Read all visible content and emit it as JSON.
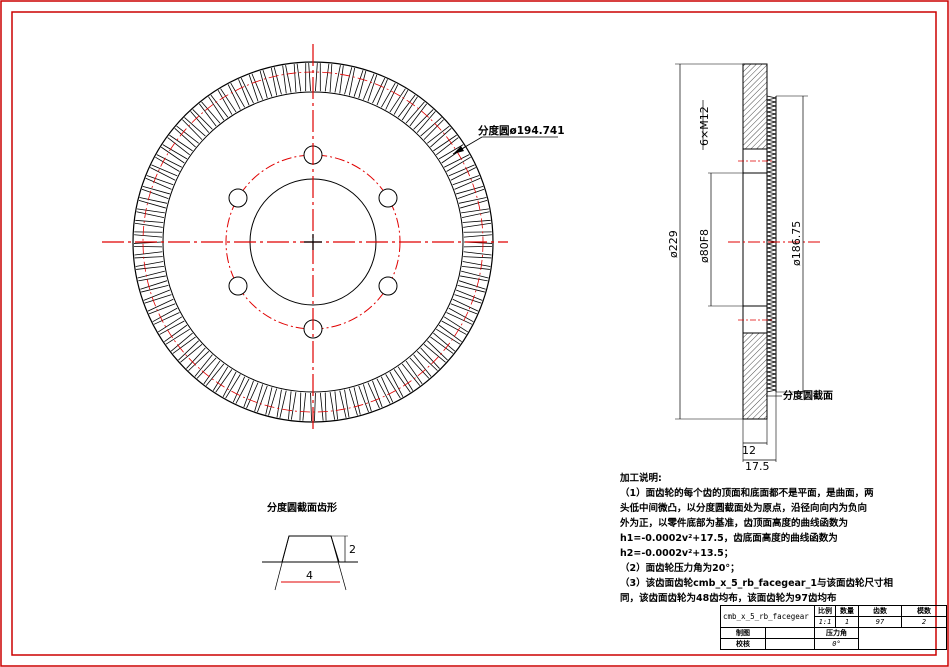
{
  "colors": {
    "border": "#cc0000",
    "center_line": "#e00000",
    "ink": "#000000"
  },
  "front_view": {
    "pitch_label": "分度圆ø194.741",
    "tooth_count": 97,
    "bolt_hole_count": 6
  },
  "side_view": {
    "dim_outer": "ø229",
    "dim_bore": "ø80F8",
    "dim_pitch": "ø186.75",
    "dim_holes": "6×M12",
    "dim_12": "12",
    "dim_17_5": "17.5",
    "pitch_plane_label": "分度圆截面"
  },
  "profile": {
    "title": "分度圆截面齿形",
    "dim_height": "2",
    "dim_width": "4"
  },
  "notes": {
    "title": "加工说明:",
    "lines": [
      "（1）面齿轮的每个齿的顶面和底面都不是平面，是曲面，两",
      "头低中间微凸，以分度圆截面处为原点，沿径向向内为负向",
      "外为正，以零件底部为基准，齿顶面高度的曲线函数为",
      "h1=-0.0002v²+17.5，齿底面高度的曲线函数为",
      "h2=-0.0002v²+13.5；",
      "（2）面齿轮压力角为20°；",
      "（3）该齿面齿轮cmb_x_5_rb_facegear_1与该面齿轮尺寸相",
      "同，该齿面齿轮为48齿均布，该面齿轮为97齿均布"
    ]
  },
  "title_block": {
    "name": "cmb_x_5_rb_facegear",
    "h_scale": "比例",
    "h_qty": "数量",
    "h_teeth": "齿数",
    "h_module": "模数",
    "scale": "1:1",
    "qty": "1",
    "teeth": "97",
    "module": "2",
    "drawn": "制图",
    "checked": "校核",
    "pressure_label": "压力角",
    "pressure": "0°"
  }
}
